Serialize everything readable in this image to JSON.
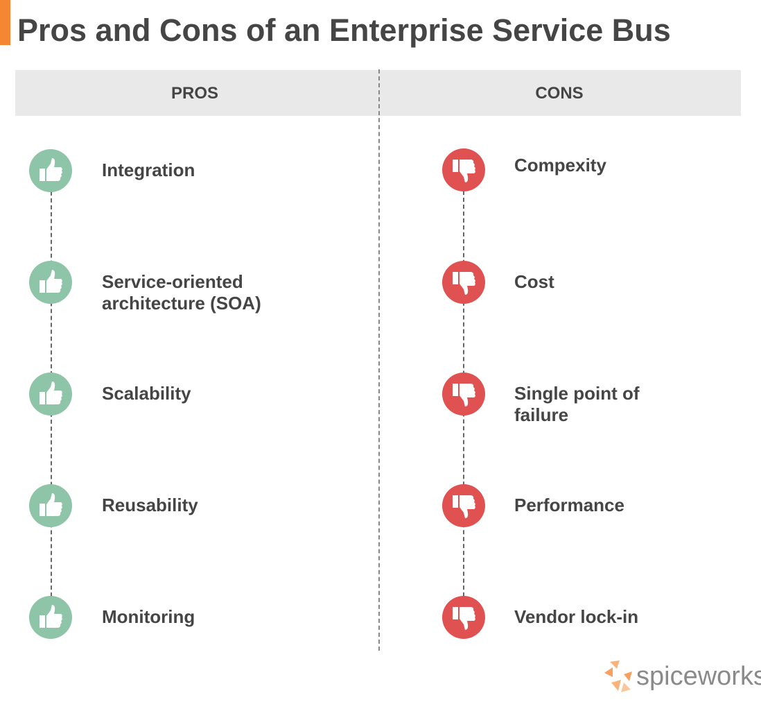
{
  "title": "Pros and Cons of an Enterprise Service Bus",
  "headers": {
    "pros": "PROS",
    "cons": "CONS"
  },
  "pros": [
    {
      "label": "Integration",
      "icon": "thumbs-up-icon"
    },
    {
      "label": "Service-oriented architecture (SOA)",
      "icon": "thumbs-up-icon"
    },
    {
      "label": "Scalability",
      "icon": "thumbs-up-icon"
    },
    {
      "label": "Reusability",
      "icon": "thumbs-up-icon"
    },
    {
      "label": "Monitoring",
      "icon": "thumbs-up-icon"
    }
  ],
  "cons": [
    {
      "label": "Compexity",
      "icon": "thumbs-down-icon"
    },
    {
      "label": "Cost",
      "icon": "thumbs-down-icon"
    },
    {
      "label": "Single point of failure",
      "icon": "thumbs-down-icon"
    },
    {
      "label": "Performance",
      "icon": "thumbs-down-icon"
    },
    {
      "label": "Vendor lock-in",
      "icon": "thumbs-down-icon"
    }
  ],
  "colors": {
    "pro": "#8ec4a8",
    "con": "#e05252",
    "accent": "#f58634",
    "header_bg": "#e9e9e9"
  },
  "logo": "spiceworks"
}
